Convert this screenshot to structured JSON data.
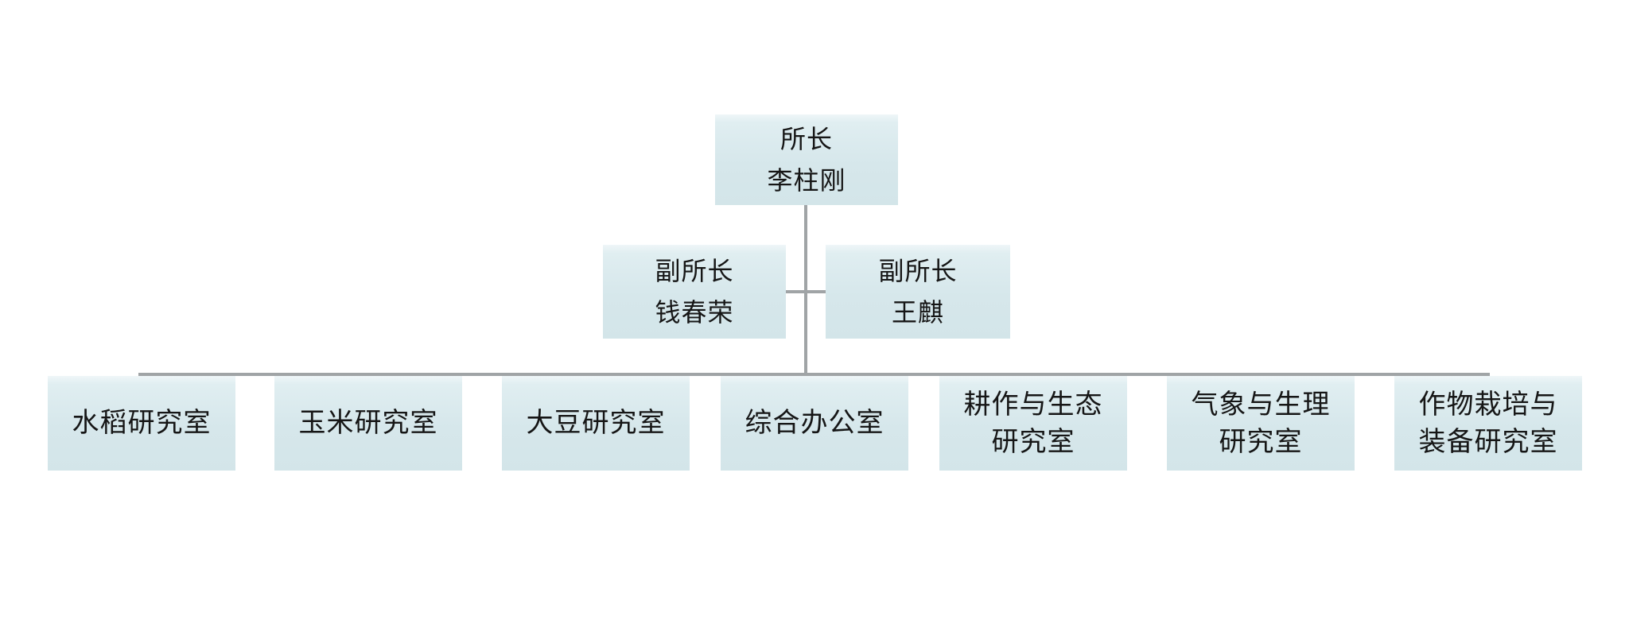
{
  "org": {
    "director": {
      "title": "所长",
      "name": "李柱刚"
    },
    "deputies": [
      {
        "title": "副所长",
        "name": "钱春荣"
      },
      {
        "title": "副所长",
        "name": "王麒"
      }
    ],
    "departments": [
      {
        "line1": "水稻研究室",
        "line2": ""
      },
      {
        "line1": "玉米研究室",
        "line2": ""
      },
      {
        "line1": "大豆研究室",
        "line2": ""
      },
      {
        "line1": "综合办公室",
        "line2": ""
      },
      {
        "line1": "耕作与生态",
        "line2": "研究室"
      },
      {
        "line1": "气象与生理",
        "line2": "研究室"
      },
      {
        "line1": "作物栽培与",
        "line2": "装备研究室"
      }
    ]
  },
  "colors": {
    "background": "#ffffff",
    "node_fill_top": "#eff6f8",
    "node_fill_bottom": "#d3e5e9",
    "connector": "#a0a4a6",
    "text": "#161616"
  }
}
